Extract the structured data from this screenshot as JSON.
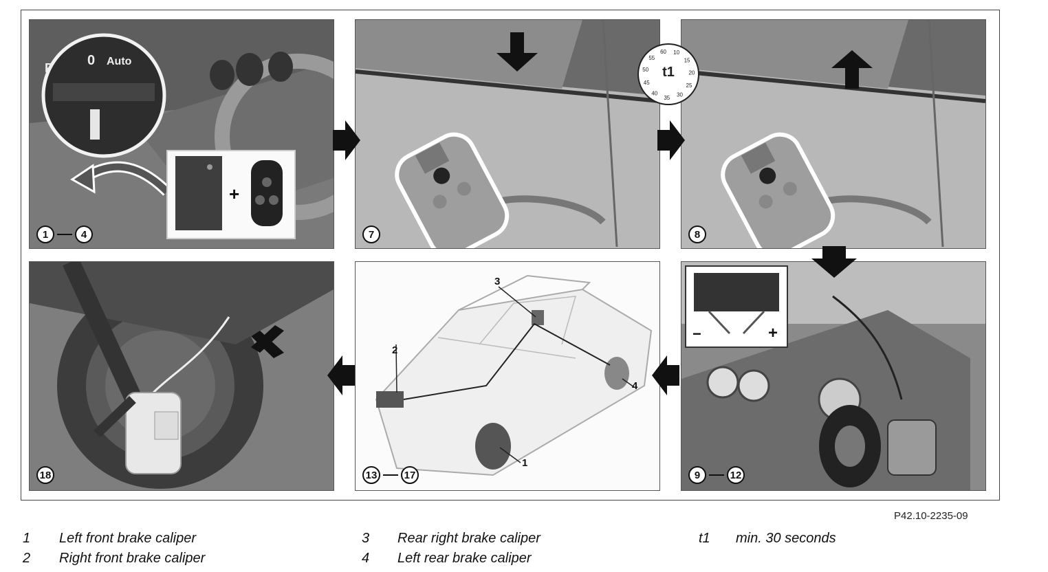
{
  "steps": [
    {
      "from": "1",
      "to": "4"
    },
    {
      "from": "7",
      "to": ""
    },
    {
      "from": "8",
      "to": ""
    },
    {
      "from": "9",
      "to": "12"
    },
    {
      "from": "13",
      "to": "17"
    },
    {
      "from": "18",
      "to": ""
    }
  ],
  "cluster_display": {
    "p": "P",
    "gear": "0",
    "mode": "Auto"
  },
  "timer_label": "t1",
  "timer_ticks": [
    "10",
    "15",
    "20",
    "25",
    "30",
    "35",
    "40",
    "45",
    "50",
    "55",
    "60"
  ],
  "charger_plus": "+",
  "charger_minus": "−",
  "key_plus": "+",
  "callouts": [
    "1",
    "2",
    "3",
    "4"
  ],
  "figure_code": "P42.10-2235-09",
  "legend": [
    {
      "num": "1",
      "text": "Left front brake caliper"
    },
    {
      "num": "2",
      "text": "Right front brake caliper"
    },
    {
      "num": "3",
      "text": "Rear right brake caliper"
    },
    {
      "num": "4",
      "text": "Left rear brake caliper"
    },
    {
      "num": "t1",
      "text": "min. 30 seconds"
    }
  ]
}
